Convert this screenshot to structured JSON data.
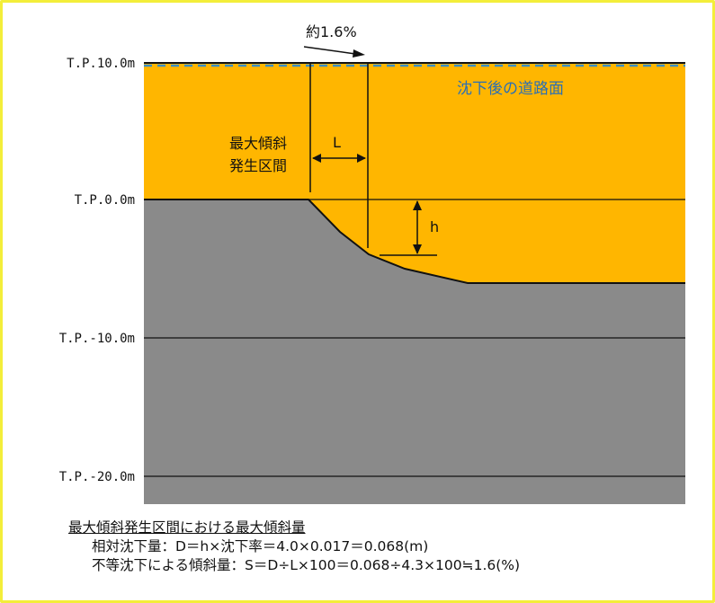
{
  "levels": [
    "T.P.10.0m",
    "T.P.0.0m",
    "T.P.-10.0m",
    "T.P.-20.0m"
  ],
  "labels": {
    "slope_arrow": "約1.6%",
    "road_surface": "沈下後の道路面",
    "section_line1": "最大傾斜",
    "section_line2": "発生区間",
    "L": "L",
    "h": "h"
  },
  "caption": {
    "heading": "最大傾斜発生区間における最大傾斜量",
    "line1": "相対沈下量：D＝h×沈下率＝4.0×0.017＝0.068(m)",
    "line2": "不等沈下による傾斜量：S＝D÷L×100＝0.068÷4.3×100≒1.6(%)"
  },
  "colors": {
    "fill": "#ffb600",
    "ground": "#8a8a8a",
    "road_dashed": "#3b8fc4",
    "frame": "#f3ee3a"
  }
}
